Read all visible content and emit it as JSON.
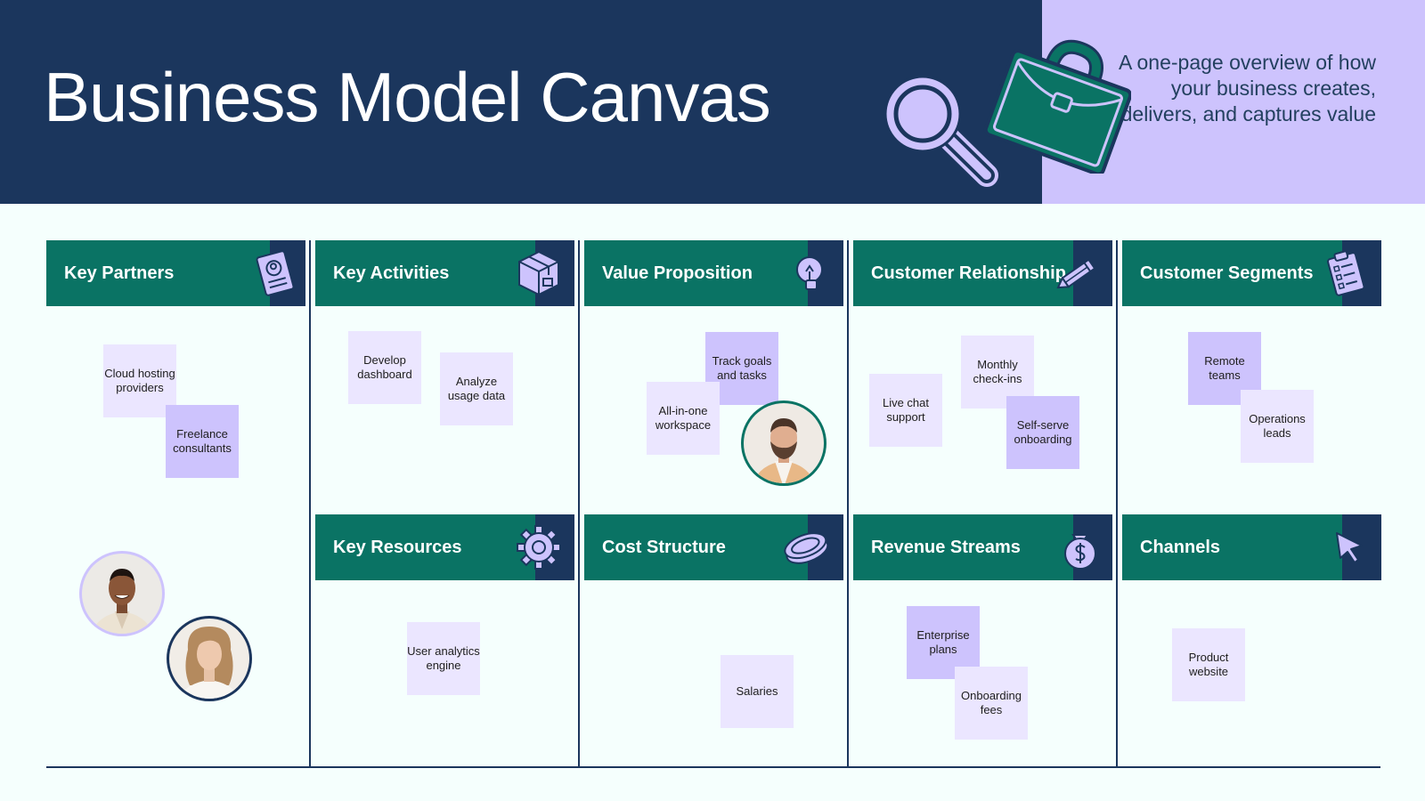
{
  "header": {
    "title": "Business Model Canvas",
    "subtitle": "A one-page overview of how your business creates, delivers, and captures value"
  },
  "sections": {
    "key_partners": {
      "label": "Key Partners",
      "icon": "id-card-icon"
    },
    "key_activities": {
      "label": "Key Activities",
      "icon": "box-icon"
    },
    "value_proposition": {
      "label": "Value Proposition",
      "icon": "lightbulb-icon"
    },
    "customer_relationship": {
      "label": "Customer Relationship",
      "icon": "pencil-icon"
    },
    "customer_segments": {
      "label": "Customer Segments",
      "icon": "clipboard-icon"
    },
    "key_resources": {
      "label": "Key Resources",
      "icon": "gear-icon"
    },
    "cost_structure": {
      "label": "Cost Structure",
      "icon": "coin-icon"
    },
    "revenue_streams": {
      "label": "Revenue Streams",
      "icon": "money-bag-icon"
    },
    "channels": {
      "label": "Channels",
      "icon": "cursor-icon"
    }
  },
  "notes": {
    "cloud_hosting": "Cloud hosting providers",
    "freelance": "Freelance consultants",
    "develop_dashboard": "Develop dashboard",
    "analyze_usage": "Analyze usage data",
    "track_goals": "Track goals and tasks",
    "all_in_one": "All-in-one workspace",
    "live_chat": "Live chat support",
    "monthly_checkins": "Monthly check-ins",
    "self_serve": "Self-serve onboarding",
    "remote_teams": "Remote teams",
    "operations_leads": "Operations leads",
    "user_analytics": "User analytics engine",
    "salaries": "Salaries",
    "enterprise_plans": "Enterprise plans",
    "onboarding_fees": "Onboarding fees",
    "product_website": "Product website"
  },
  "colors": {
    "navy": "#1b365d",
    "teal": "#0a7364",
    "lavender": "#cdc3fd",
    "light_lavender": "#ebe6ff",
    "background": "#f5fffd"
  }
}
